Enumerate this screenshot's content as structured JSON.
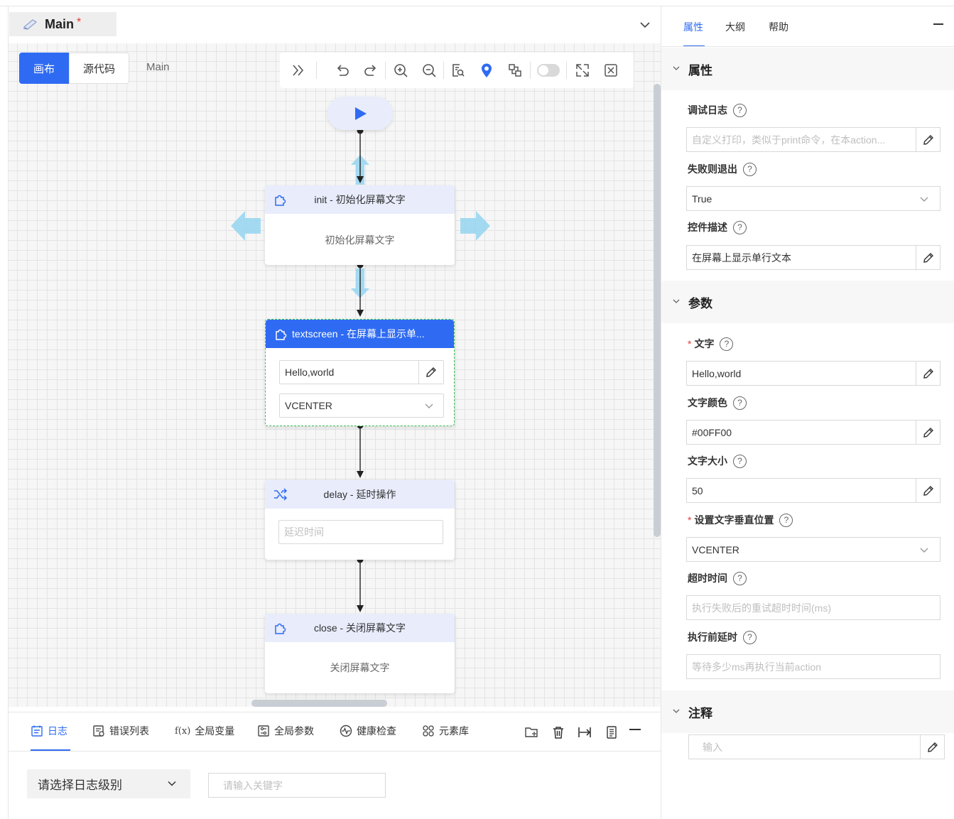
{
  "file_tab": {
    "title": "Main",
    "modified_mark": "*"
  },
  "canvas_view": {
    "canvas_label": "画布",
    "source_label": "源代码",
    "breadcrumb": "Main"
  },
  "toolbar": {
    "icons": [
      "collapse-icon",
      "undo-icon",
      "redo-icon",
      "zoom-in-icon",
      "zoom-out-icon",
      "find-icon",
      "locate-icon",
      "layout-icon",
      "toggle-switch",
      "fullscreen-icon",
      "close-icon"
    ],
    "toggle_on": false
  },
  "flow": {
    "nodes": [
      {
        "title": "init - 初始化屏幕文字",
        "description": "初始化屏幕文字"
      },
      {
        "title": "textscreen - 在屏幕上显示单...",
        "text_value": "Hello,world",
        "align_value": "VCENTER"
      },
      {
        "title": "delay - 延时操作",
        "placeholder": "延迟时间"
      },
      {
        "title": "close - 关闭屏幕文字",
        "description": "关闭屏幕文字"
      }
    ]
  },
  "bottom_panel": {
    "tabs": [
      "日志",
      "错误列表",
      "全局变量",
      "全局参数",
      "健康检查",
      "元素库"
    ],
    "active_tab": "日志",
    "log_level_placeholder": "请选择日志级别",
    "keyword_placeholder": "请输入关键字"
  },
  "right_panel": {
    "tabs": [
      "属性",
      "大纲",
      "帮助"
    ],
    "active_tab": "属性",
    "sections": {
      "properties": "属性",
      "params": "参数",
      "comment": "注释"
    },
    "fields": {
      "debug_log": {
        "label": "调试日志",
        "placeholder": "自定义打印，类似于print命令，在本action..."
      },
      "exit_on_fail": {
        "label": "失败则退出",
        "value": "True"
      },
      "control_desc": {
        "label": "控件描述",
        "value": "在屏幕上显示单行文本"
      },
      "text": {
        "label": "文字",
        "value": "Hello,world",
        "required": true
      },
      "text_color": {
        "label": "文字颜色",
        "value": "#00FF00"
      },
      "text_size": {
        "label": "文字大小",
        "value": "50"
      },
      "vertical_pos": {
        "label": "设置文字垂直位置",
        "value": "VCENTER",
        "required": true
      },
      "timeout": {
        "label": "超时时间",
        "placeholder": "执行失败后的重试超时时间(ms)"
      },
      "pre_delay": {
        "label": "执行前延时",
        "placeholder": "等待多少ms再执行当前action"
      },
      "comment": {
        "placeholder": "输入"
      }
    },
    "help_glyph": "?"
  },
  "colors": {
    "accent": "#2f6bf2",
    "node_header": "#e8ecfb",
    "required": "#e53935",
    "drop_arrow": "#8fd3f0"
  }
}
